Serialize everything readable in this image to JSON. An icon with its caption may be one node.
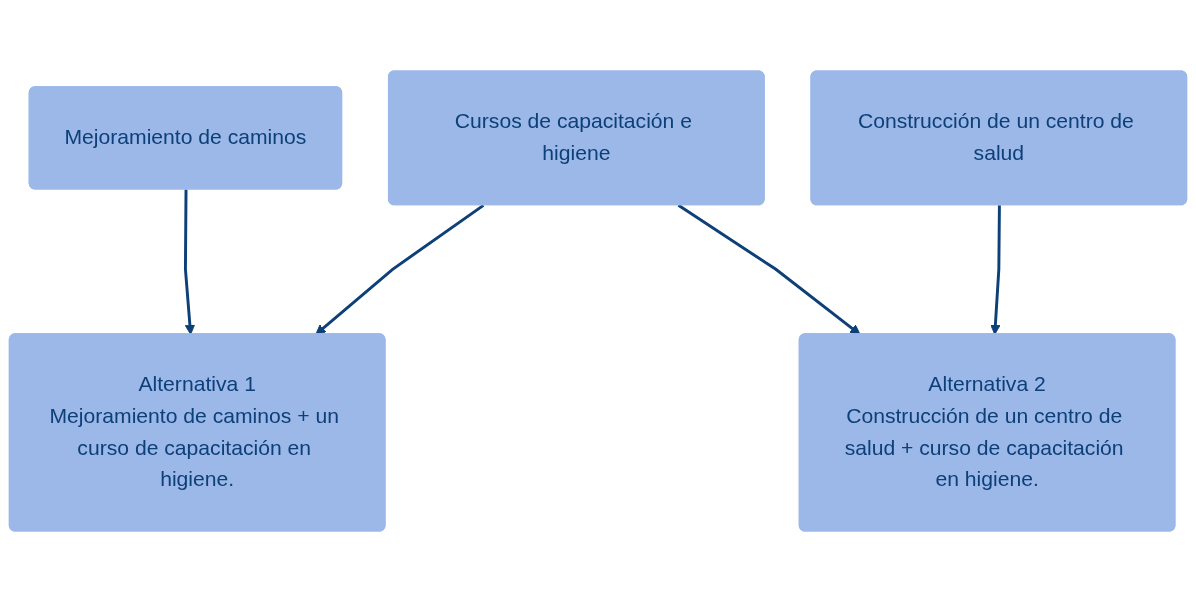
{
  "diagram": {
    "nodes": [
      {
        "text": [
          "Mejoramiento de caminos"
        ]
      },
      {
        "text": [
          "Cursos de capacitación e higiene"
        ]
      },
      {
        "text": [
          "Construcción de un centro de salud"
        ]
      },
      {
        "text": [
          "Alternativa 1",
          "Mejoramiento de caminos + un curso de capacitación en higiene."
        ]
      },
      {
        "text": [
          "Alternativa 2",
          "Construcción de un centro de salud + curso de capacitación en higiene."
        ]
      }
    ],
    "edges": [
      {
        "from": 0,
        "to": 3,
        "arrow": "to"
      },
      {
        "from": 1,
        "to": 3,
        "arrow": "to"
      },
      {
        "from": 1,
        "to": 4,
        "arrow": "to"
      },
      {
        "from": 2,
        "to": 4,
        "arrow": "to"
      }
    ]
  }
}
